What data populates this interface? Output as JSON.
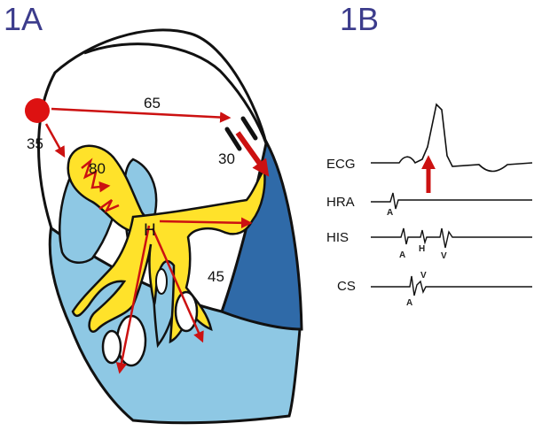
{
  "panels": {
    "left_title": "1A",
    "right_title": "1B"
  },
  "heart_diagram": {
    "conduction_times": {
      "sa_to_ventricle": "65",
      "sa_to_av": "35",
      "av_node": "80",
      "accessory_path": "30",
      "ventricular": "45"
    },
    "his_label": "H",
    "colors": {
      "sa_node": "#dd1111",
      "arrows": "#cc1111",
      "conduction_system": "#ffe22a",
      "myocardium_light": "#8ec8e4",
      "myocardium_dark": "#2f6aa8",
      "outline": "#111111"
    }
  },
  "electrograms": {
    "traces": [
      {
        "label": "ECG"
      },
      {
        "label": "HRA",
        "markers": [
          "A"
        ]
      },
      {
        "label": "HIS",
        "markers": [
          "A",
          "H",
          "V"
        ]
      },
      {
        "label": "CS",
        "markers": [
          "V",
          "A"
        ]
      }
    ]
  }
}
